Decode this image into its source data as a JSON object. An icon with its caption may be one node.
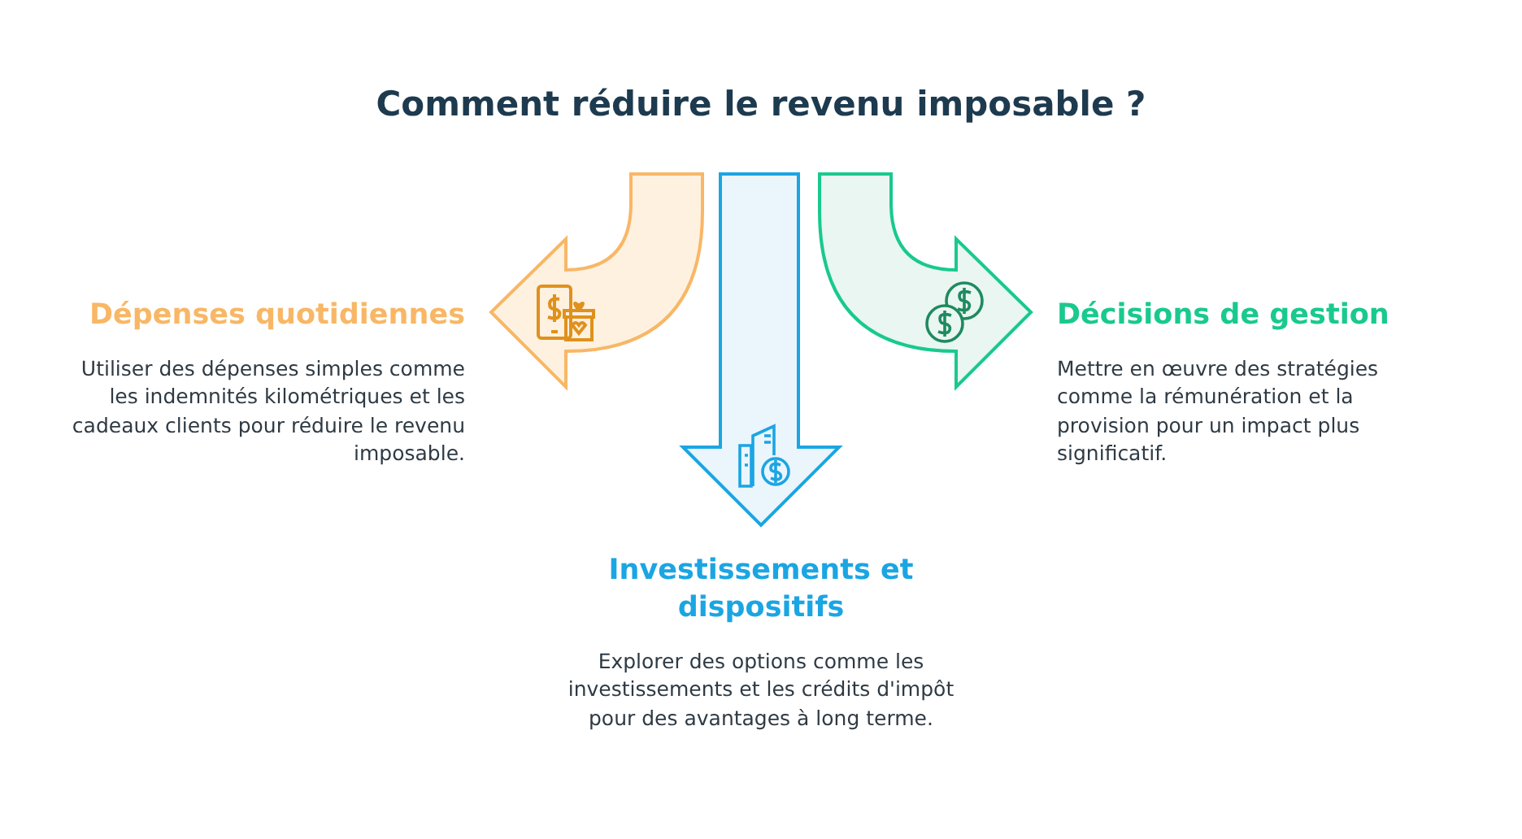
{
  "diagram": {
    "title": "Comment réduire le revenu imposable ?",
    "nodes": [
      {
        "text": [
          "Dépenses quotidiennes",
          "Utiliser des dépenses simples comme les indemnités kilométriques et les cadeaux clients pour réduire le revenu imposable."
        ]
      },
      {
        "text": [
          "Investissements et dispositifs",
          "Explorer des options comme les investissements et les crédits d'impôt pour des avantages à long terme."
        ]
      },
      {
        "text": [
          "Décisions de gestion",
          "Mettre en œuvre des stratégies comme la rémunération et la provision pour un impact plus significatif."
        ]
      }
    ],
    "edges": []
  }
}
